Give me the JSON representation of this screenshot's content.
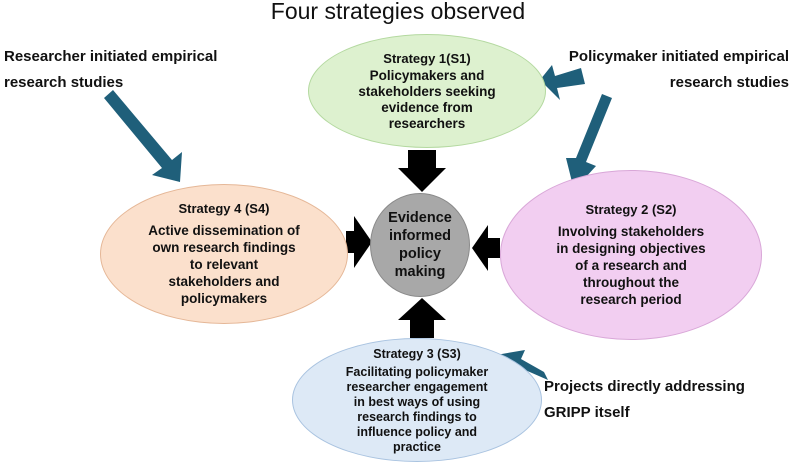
{
  "title": "Four strategies observed",
  "sources": {
    "researcher": [
      "Researcher initiated empirical",
      "research studies"
    ],
    "policymaker": [
      "Policymaker initiated empirical",
      "research studies"
    ],
    "projects": [
      "Projects directly addressing",
      "GRIPP itself"
    ]
  },
  "strategies": {
    "s1": {
      "title": "Strategy 1(S1)",
      "lines": [
        "Policymakers and",
        "stakeholders seeking",
        "evidence from",
        "researchers"
      ],
      "fill": "#ddf1cf"
    },
    "s2": {
      "title": "Strategy 2 (S2)",
      "lines": [
        "Involving stakeholders",
        "in designing objectives",
        "of a research and",
        "throughout the",
        "research period"
      ],
      "fill": "#f2cef1"
    },
    "s3": {
      "title": "Strategy 3 (S3)",
      "lines": [
        "Facilitating policymaker",
        "researcher engagement",
        "in best ways of using",
        "research findings to",
        "influence policy and",
        "practice"
      ],
      "fill": "#dde9f6"
    },
    "s4": {
      "title": "Strategy 4 (S4)",
      "lines": [
        "Active dissemination of",
        "own research findings",
        "to relevant",
        "stakeholders and",
        "policymakers"
      ],
      "fill": "#fbe0cc"
    }
  },
  "center": {
    "lines": [
      "Evidence",
      "informed",
      "policy",
      "making"
    ],
    "fill": "#a8a8a8"
  },
  "colors": {
    "source_arrow": "#1f5f7a",
    "center_arrow": "#000000"
  }
}
